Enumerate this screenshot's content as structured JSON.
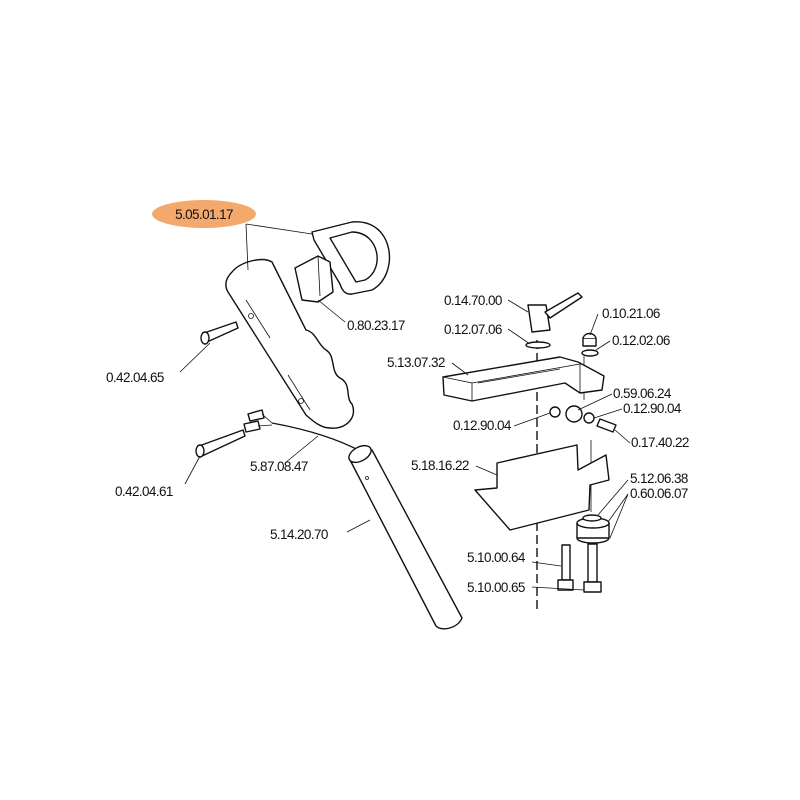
{
  "highlight_color": "#f2a96b",
  "parts": {
    "handle_assembly": "5.05.01.17",
    "connector": "0.80.23.17",
    "screw_upper": "0.42.04.65",
    "screw_lower": "0.42.04.61",
    "cable": "5.87.08.47",
    "tube": "5.14.20.70",
    "clamp_knob": "0.14.70.00",
    "cap_nut": "0.10.21.06",
    "washer_knob": "0.12.07.06",
    "washer_cap": "0.12.02.06",
    "bracket": "5.13.07.32",
    "bushing": "0.59.06.24",
    "nut_right": "0.12.90.04",
    "nut_left": "0.12.90.04",
    "pin": "0.17.40.22",
    "plate": "5.18.16.22",
    "nut_stack": "5.12.06.38",
    "rubber_buffer": "0.60.06.07",
    "bolt_left": "5.10.00.64",
    "bolt_right": "5.10.00.65"
  }
}
